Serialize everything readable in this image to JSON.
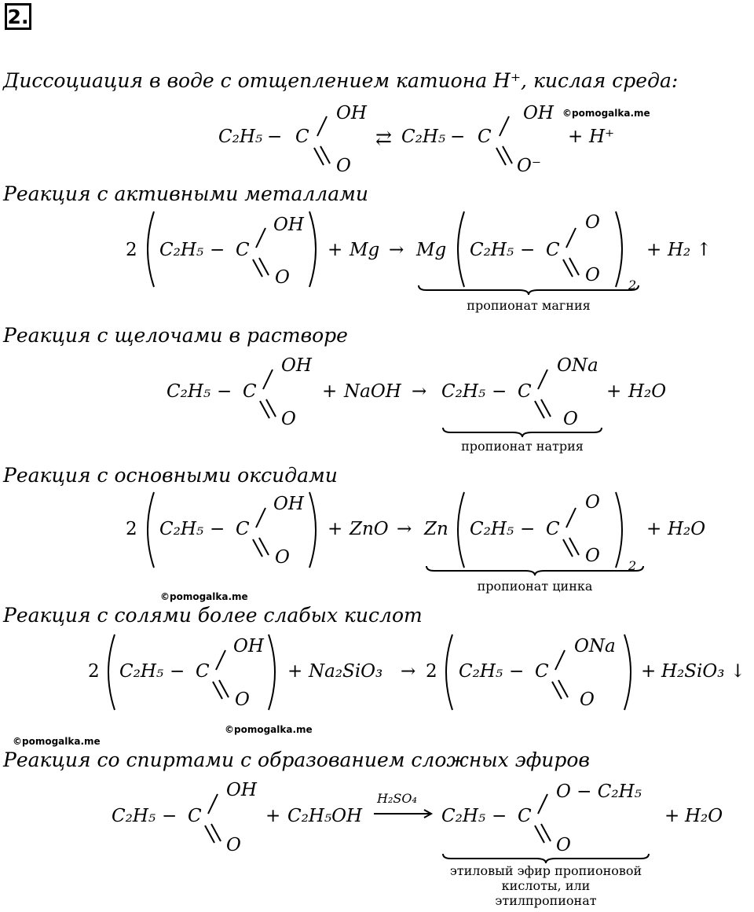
{
  "task_number": "2.",
  "watermark": "©pomogalka.me",
  "sections": {
    "s1": {
      "heading": "Диссоциация в воде с отщеплением катиона H⁺, кислая среда:",
      "acid": {
        "ethyl": "C₂H₅",
        "dash": "−",
        "c": "C",
        "top": "OH",
        "bottom": "O"
      },
      "arrow": "⇄",
      "anion": {
        "ethyl": "C₂H₅",
        "dash": "−",
        "c": "C",
        "top": "OH",
        "bottom": "O⁻"
      },
      "plus": "+",
      "proton": "H⁺"
    },
    "s2": {
      "heading": "Реакция с активными металлами",
      "coef": "2",
      "acid": {
        "ethyl": "C₂H₅",
        "dash": "−",
        "c": "C",
        "top": "OH",
        "bottom": "O"
      },
      "plus1": "+",
      "reagent": "Mg",
      "arrow": "→",
      "metal": "Mg",
      "product": {
        "ethyl": "C₂H₅",
        "dash": "−",
        "c": "C",
        "top": "O",
        "bottom": "O"
      },
      "subscript": "2",
      "plus2": "+",
      "byproduct": "H₂ ↑",
      "caption": "пропионат магния"
    },
    "s3": {
      "heading": "Реакция с щелочами в растворе",
      "acid": {
        "ethyl": "C₂H₅",
        "dash": "−",
        "c": "C",
        "top": "OH",
        "bottom": "O"
      },
      "plus1": "+",
      "reagent": "NaOH",
      "arrow": "→",
      "product": {
        "ethyl": "C₂H₅",
        "dash": "−",
        "c": "C",
        "top": "ONa",
        "bottom": "O"
      },
      "plus2": "+",
      "byproduct": "H₂O",
      "caption": "пропионат натрия"
    },
    "s4": {
      "heading": "Реакция с основными оксидами",
      "coef": "2",
      "acid": {
        "ethyl": "C₂H₅",
        "dash": "−",
        "c": "C",
        "top": "OH",
        "bottom": "O"
      },
      "plus1": "+",
      "reagent": "ZnO",
      "arrow": "→",
      "metal": "Zn",
      "product": {
        "ethyl": "C₂H₅",
        "dash": "−",
        "c": "C",
        "top": "O",
        "bottom": "O"
      },
      "subscript": "2",
      "plus2": "+",
      "byproduct": "H₂O",
      "caption": "пропионат цинка"
    },
    "s5": {
      "heading": "Реакция с солями более слабых кислот",
      "coef": "2",
      "acid": {
        "ethyl": "C₂H₅",
        "dash": "−",
        "c": "C",
        "top": "OH",
        "bottom": "O"
      },
      "plus1": "+",
      "reagent": "Na₂SiO₃",
      "arrow": "→",
      "coef2": "2",
      "product": {
        "ethyl": "C₂H₅",
        "dash": "−",
        "c": "C",
        "top": "ONa",
        "bottom": "O"
      },
      "plus2": "+",
      "byproduct": "H₂SiO₃ ↓"
    },
    "s6": {
      "heading": "Реакция со спиртами с образованием сложных эфиров",
      "acid": {
        "ethyl": "C₂H₅",
        "dash": "−",
        "c": "C",
        "top": "OH",
        "bottom": "O"
      },
      "plus1": "+",
      "reagent": "C₂H₅OH",
      "catalyst": "H₂SO₄",
      "product": {
        "ethyl": "C₂H₅",
        "dash": "−",
        "c": "C",
        "top": "O − C₂H₅",
        "bottom": "O"
      },
      "plus2": "+",
      "byproduct": "H₂O",
      "caption": [
        "этиловый эфир пропионовой",
        "кислоты,  или",
        "этилпропионат"
      ]
    }
  }
}
